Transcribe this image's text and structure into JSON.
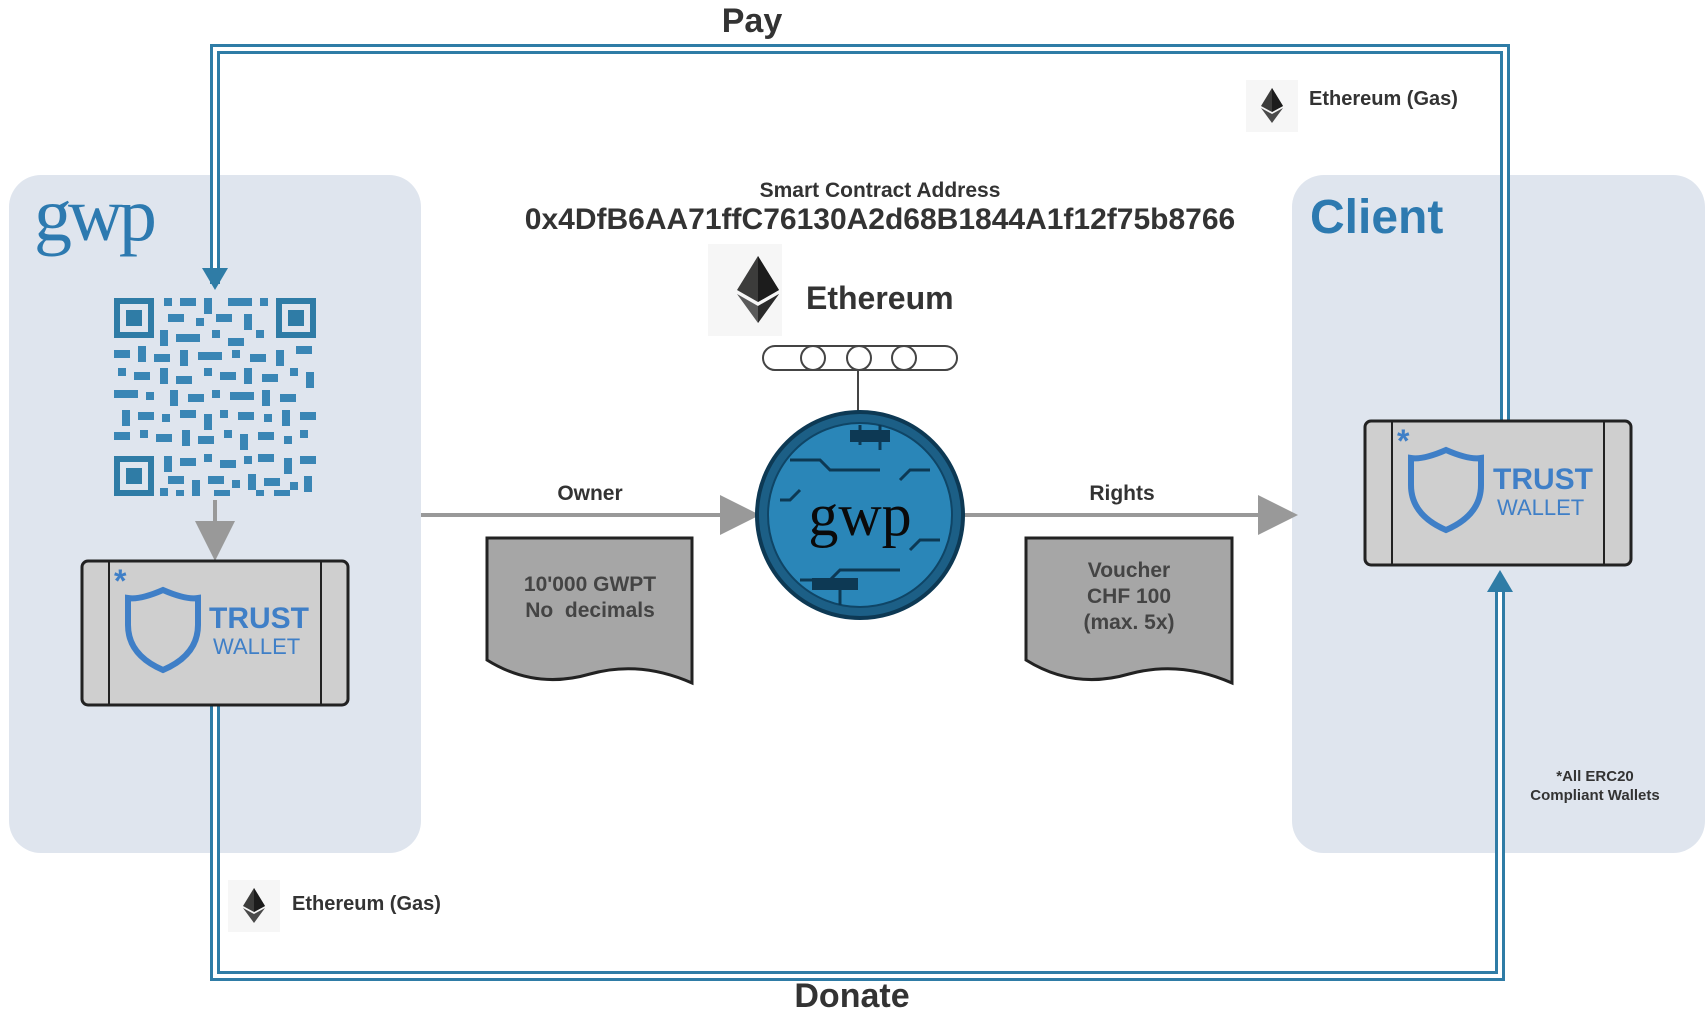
{
  "flows": {
    "top_label": "Pay",
    "bottom_label": "Donate",
    "owner_label": "Owner",
    "rights_label": "Rights"
  },
  "left_panel": {
    "logo_text": "gwp",
    "wallet": {
      "title": "TRUST",
      "subtitle": "WALLET",
      "asterisk": "*"
    }
  },
  "right_panel": {
    "title": "Client",
    "wallet": {
      "title": "TRUST",
      "subtitle": "WALLET",
      "asterisk": "*"
    },
    "footnote_line1": "*All ERC20",
    "footnote_line2": "Compliant Wallets"
  },
  "contract": {
    "heading": "Smart Contract Address",
    "address": "0x4DfB6AA71ffC76130A2d68B1844A1f12f75b8766",
    "network": "Ethereum",
    "coin_text": "gwp"
  },
  "gas": {
    "top": "Ethereum (Gas)",
    "bottom": "Ethereum (Gas)"
  },
  "token_doc": {
    "line1": "10'000 GWPT",
    "line2": "No  decimals"
  },
  "rights_doc": {
    "line1": "Voucher",
    "line2": "CHF 100",
    "line3": "(max. 5x)"
  },
  "colors": {
    "flow_blue": "#2f7ca6",
    "panel_bg": "#dfe5ee",
    "client_title": "#2d7ab0",
    "arrow_gray": "#999999",
    "doc_fill": "#a6a6a6",
    "trust_blue": "#3f7fc7"
  }
}
